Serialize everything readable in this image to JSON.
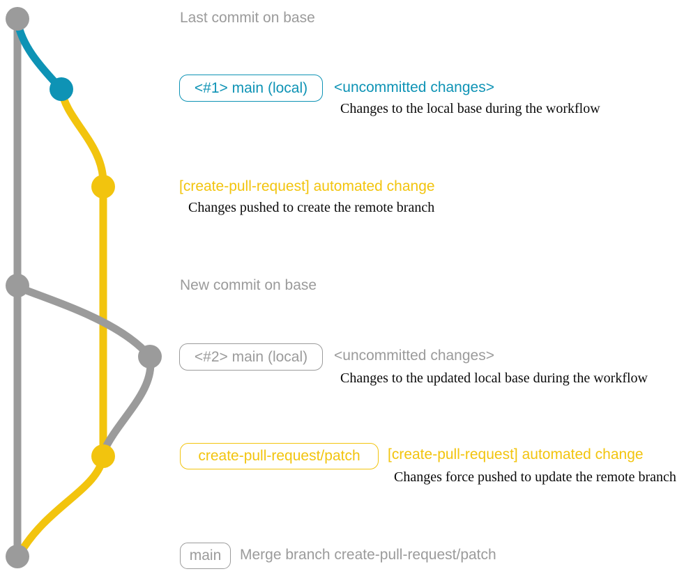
{
  "colors": {
    "gray": "#9b9b9b",
    "teal": "#0e93b5",
    "yellow": "#f2c40e",
    "text": "#0a0a0a"
  },
  "rows": {
    "last_commit_on_base": "Last commit on base",
    "branch1": {
      "tag": "<#1> main (local)",
      "status": "<uncommitted changes>",
      "description": "Changes to the local base during the workflow"
    },
    "automated1": {
      "title": "[create-pull-request] automated change",
      "description": "Changes pushed to create the remote branch"
    },
    "new_commit_on_base": "New commit on base",
    "branch2": {
      "tag": "<#2> main (local)",
      "status": "<uncommitted changes>",
      "description": "Changes to the updated local base during the workflow"
    },
    "automated2": {
      "tag": "create-pull-request/patch",
      "title": "[create-pull-request] automated change",
      "description": "Changes force pushed to update the remote branch"
    },
    "merge": {
      "tag": "main",
      "message": "Merge branch create-pull-request/patch"
    }
  }
}
